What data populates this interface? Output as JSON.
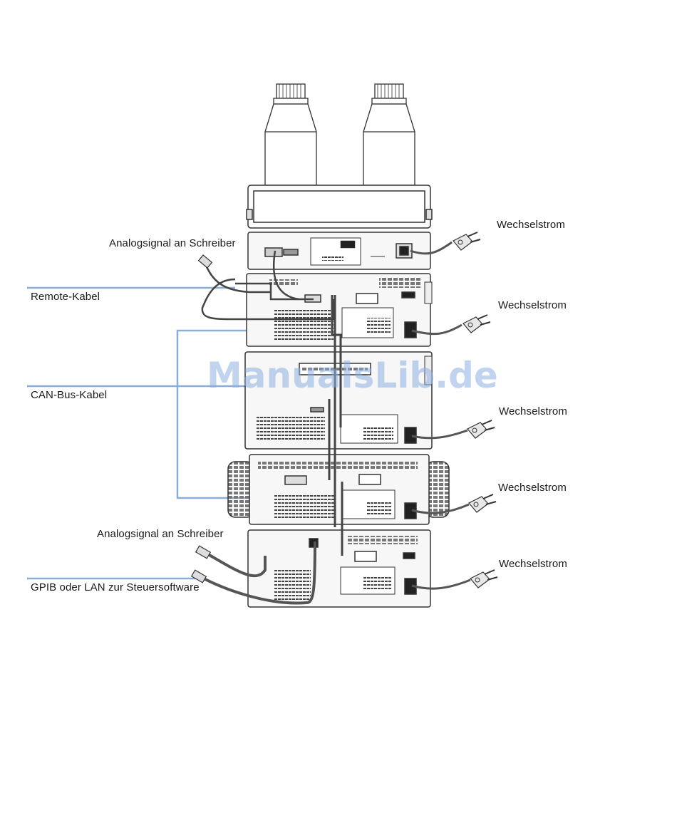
{
  "labels": {
    "analog_top": "Analogsignal an Schreiber",
    "remote_kabel": "Remote-Kabel",
    "can_bus_kabel": "CAN-Bus-Kabel",
    "analog_bottom": "Analogsignal an Schreiber",
    "gpib_lan": "GPIB oder LAN zur Steuersoftware",
    "power_1": "Wechselstrom",
    "power_2": "Wechselstrom",
    "power_3": "Wechselstrom",
    "power_4": "Wechselstrom",
    "power_5": "Wechselstrom"
  },
  "watermark": "ManualsLib.de",
  "colors": {
    "leader_line": "#8aaed6",
    "outline": "#333333",
    "watermark": "#8cafe1"
  },
  "icons": [
    "solvent-bottle-icon",
    "power-plug-icon",
    "bnc-connector-icon"
  ]
}
